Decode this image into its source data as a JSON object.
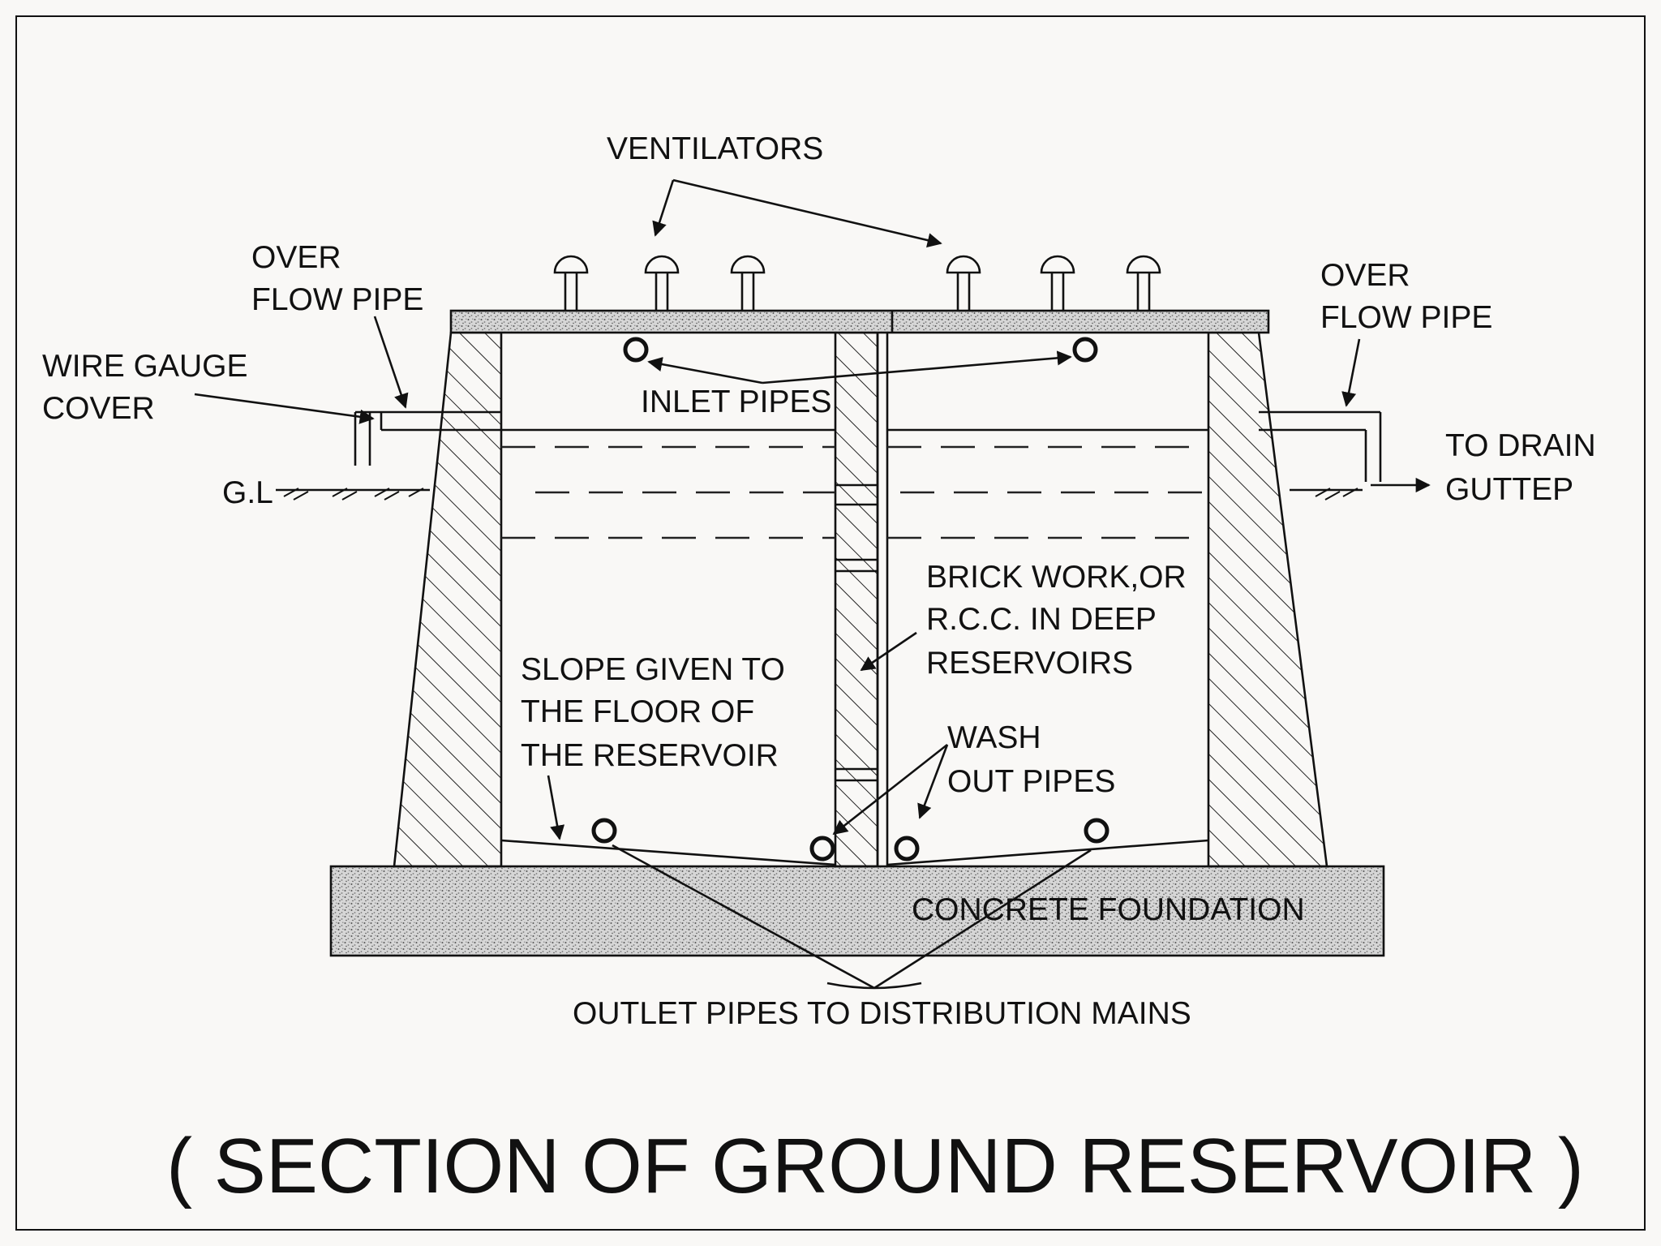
{
  "title": "( SECTION OF GROUND RESERVOIR )",
  "labels": {
    "ventilators": "VENTILATORS",
    "overflow_left_1": "OVER",
    "overflow_left_2": "FLOW PIPE",
    "wire_gauge_1": "WIRE GAUGE",
    "wire_gauge_2": "COVER",
    "ground_level": "G.L",
    "inlet_pipes": "INLET PIPES",
    "overflow_right_1": "OVER",
    "overflow_right_2": "FLOW PIPE",
    "drain_1": "TO DRAIN",
    "drain_2": "GUTTEP",
    "brick_1": "BRICK WORK,OR",
    "brick_2": "R.C.C. IN DEEP",
    "brick_3": "RESERVOIRS",
    "slope_1": "SLOPE GIVEN TO",
    "slope_2": "THE FLOOR OF",
    "slope_3": "THE RESERVOIR",
    "wash_1": "WASH",
    "wash_2": "OUT PIPES",
    "foundation": "CONCRETE FOUNDATION",
    "outlet": "OUTLET PIPES TO DISTRIBUTION MAINS"
  },
  "colors": {
    "line": "#111111",
    "background": "#f9f8f6",
    "concrete": "#cfcfcf"
  }
}
